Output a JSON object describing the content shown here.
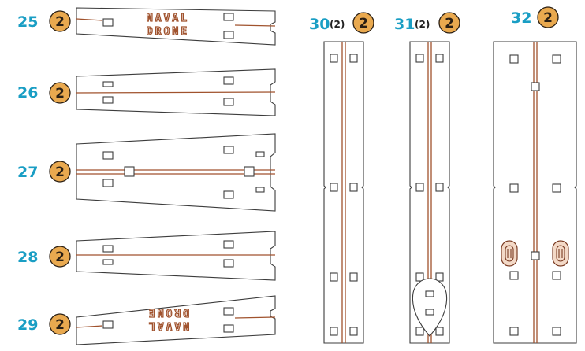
{
  "parts": [
    {
      "number": "25",
      "copies": "2"
    },
    {
      "number": "26",
      "copies": "2"
    },
    {
      "number": "27",
      "copies": "2"
    },
    {
      "number": "28",
      "copies": "2"
    },
    {
      "number": "29",
      "copies": "2"
    },
    {
      "number": "30",
      "quantity": "(2)",
      "copies": "2"
    },
    {
      "number": "31",
      "quantity": "(2)",
      "copies": "2"
    },
    {
      "number": "32",
      "copies": "2"
    }
  ],
  "stamp": {
    "line1": "NAVAL",
    "line2": "DRONE"
  },
  "colors": {
    "number": "#1a9ec4",
    "badge": "#e9a94f",
    "fold_line": "#a0522d",
    "outline": "#3c3c3c"
  }
}
